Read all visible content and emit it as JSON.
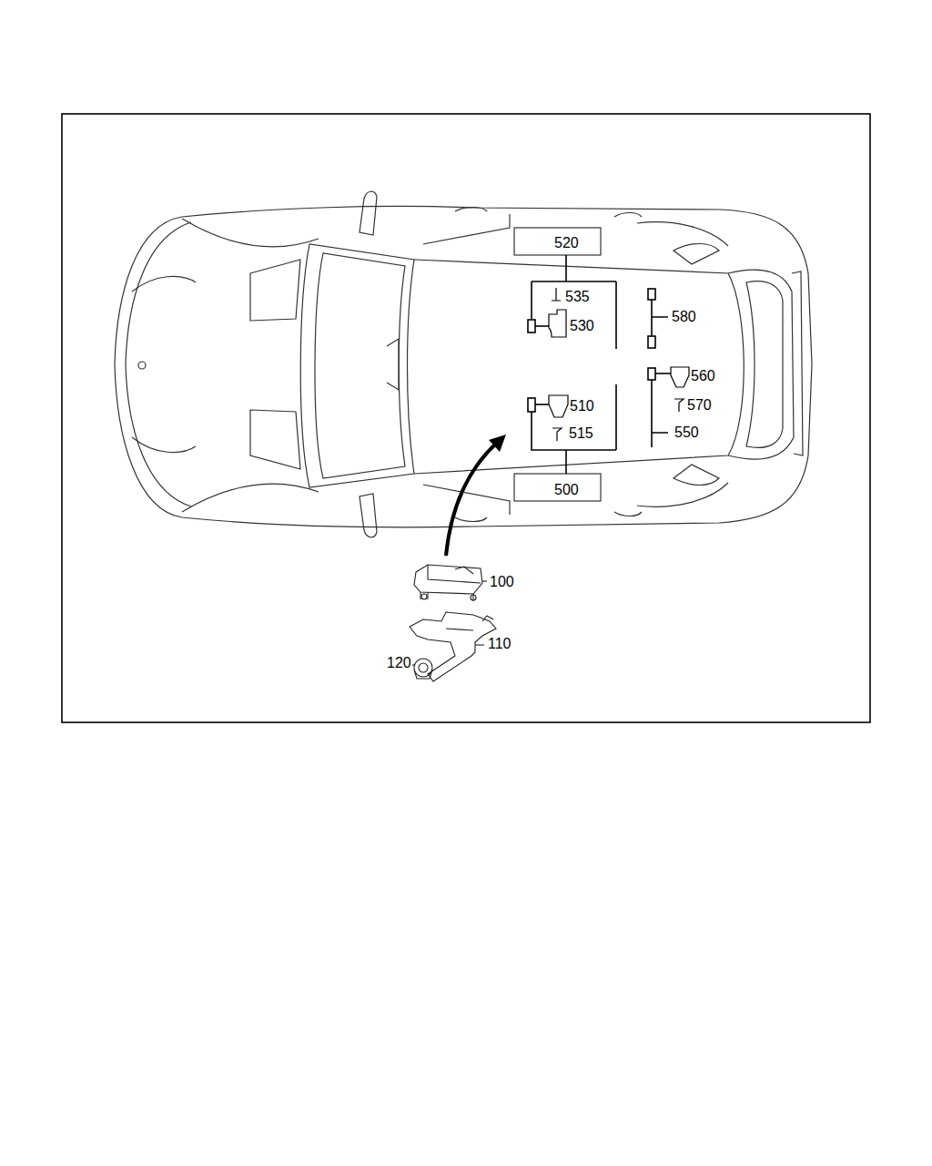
{
  "diagram": {
    "labels": [
      "520",
      "535",
      "580",
      "530",
      "560",
      "510",
      "570",
      "515",
      "550",
      "500",
      "100",
      "110",
      "120"
    ]
  }
}
